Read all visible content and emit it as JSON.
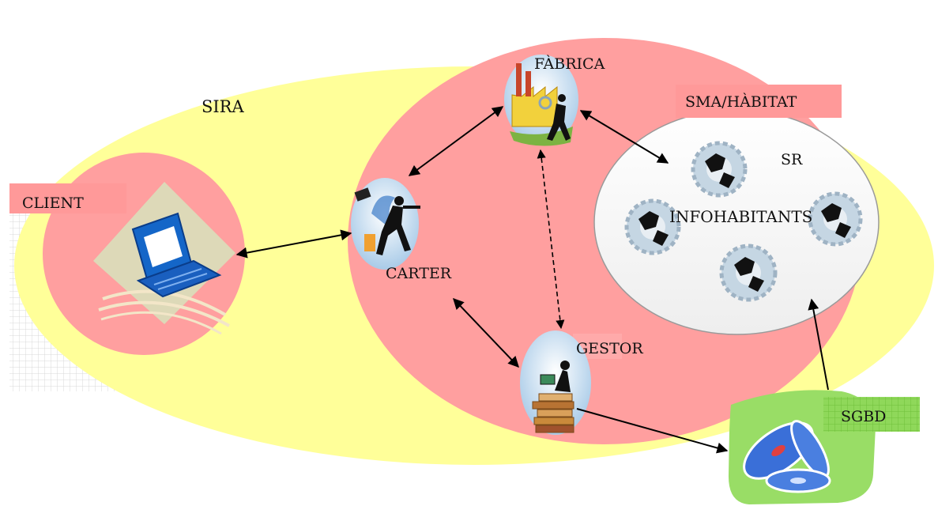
{
  "labels": {
    "sira": "SIRA",
    "client": "CLIENT",
    "fabrica": "FÀBRICA",
    "sma_habitat": "SMA/HÀBITAT",
    "sr": "SR",
    "infohabitants": "INFOHABITANTS",
    "carter": "CARTER",
    "gestor": "GESTOR",
    "sgbd": "SGBD"
  },
  "colors": {
    "sira_region": "#ffff99",
    "pink_region": "#ff9f9f",
    "sr_region": "#ffffff",
    "sgbd_region": "#99dd66",
    "tag_pink": "#ff9999",
    "tag_green": "#8fd85a"
  },
  "icons": {
    "client": "laptop-computer-icon",
    "fabrica": "factory-worker-icon",
    "carter": "running-courier-icon",
    "gestor": "person-on-books-icon",
    "sr_agents": "gears-businessmen-icon",
    "sgbd": "cd-discs-icon"
  },
  "connections": [
    {
      "from": "CLIENT",
      "to": "CARTER",
      "style": "solid",
      "direction": "both"
    },
    {
      "from": "CARTER",
      "to": "FÀBRICA",
      "style": "solid",
      "direction": "both"
    },
    {
      "from": "FÀBRICA",
      "to": "SR",
      "style": "solid",
      "direction": "both"
    },
    {
      "from": "FÀBRICA",
      "to": "GESTOR",
      "style": "dashed",
      "direction": "both"
    },
    {
      "from": "CARTER",
      "to": "GESTOR",
      "style": "solid",
      "direction": "both"
    },
    {
      "from": "GESTOR",
      "to": "SGBD",
      "style": "solid",
      "direction": "forward"
    },
    {
      "from": "SGBD",
      "to": "SR",
      "style": "solid",
      "direction": "forward"
    }
  ]
}
